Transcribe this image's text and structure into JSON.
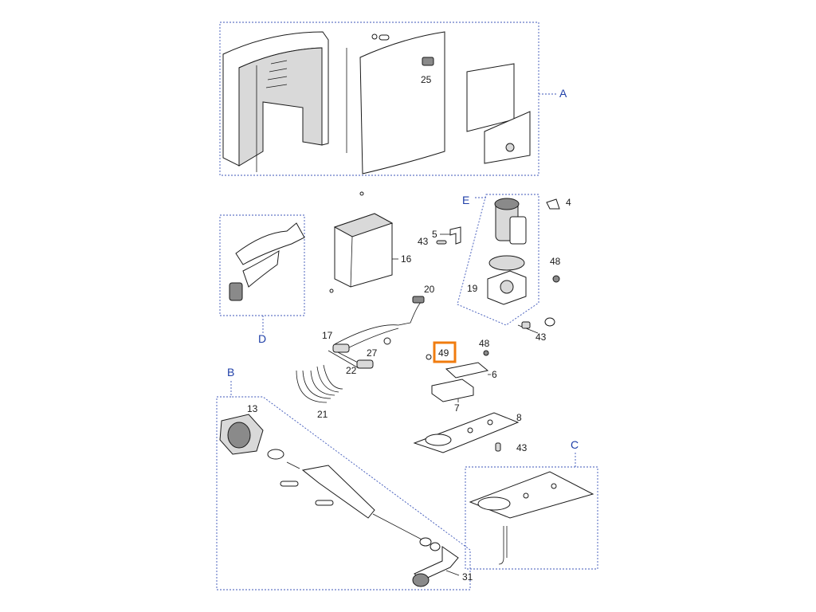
{
  "diagram": {
    "sections": {
      "a": "A",
      "b": "B",
      "c": "C",
      "d": "D",
      "e": "E"
    },
    "callouts": {
      "n4": "4",
      "n5": "5",
      "n6": "6",
      "n7": "7",
      "n8": "8",
      "n13": "13",
      "n16": "16",
      "n17": "17",
      "n19": "19",
      "n20": "20",
      "n21": "21",
      "n22": "22",
      "n25": "25",
      "n27": "27",
      "n31": "31",
      "n43a": "43",
      "n43b": "43",
      "n43c": "43",
      "n48a": "48",
      "n48b": "48",
      "n49": "49"
    },
    "highlighted_callout": "49",
    "highlight_color": "#f07c0f",
    "section_color": "#1f3fa8"
  }
}
